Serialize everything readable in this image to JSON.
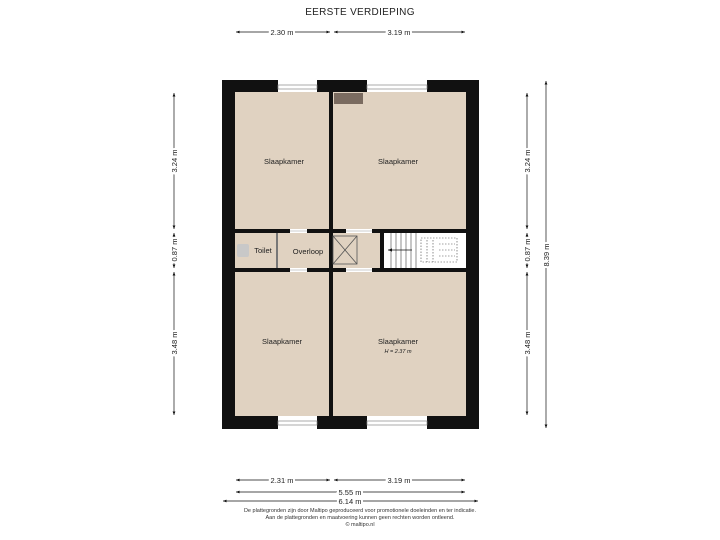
{
  "title": "EERSTE VERDIEPING",
  "rooms": {
    "top_left": "Slaapkamer",
    "top_right": "Slaapkamer",
    "bottom_left": "Slaapkamer",
    "bottom_right": "Slaapkamer",
    "bottom_right_height": "H = 2.37 m",
    "toilet": "Toilet",
    "landing": "Overloop"
  },
  "dimensions": {
    "top_left_width": "2.30 m",
    "top_right_width": "3.19 m",
    "bottom_left_width": "2.31 m",
    "bottom_right_width": "3.19 m",
    "inner_total_width": "5.55 m",
    "outer_total_width": "6.14 m",
    "left_top_height": "3.24 m",
    "left_middle_height": "0.87 m",
    "left_bottom_height": "3.48 m",
    "right_top_height": "3.24 m",
    "right_middle_height": "0.87 m",
    "right_bottom_height": "3.48 m",
    "total_height": "8.39 m"
  },
  "disclaimer": {
    "line1": "De plattegronden zijn door Maltipo geproduceerd voor promotionele doeleinden en ter indicatie.",
    "line2": "Aan de plattegronden en maatvoering kunnen geen rechten worden ontleend.",
    "line3": "© maltipo.nl"
  },
  "colors": {
    "wall": "#111111",
    "floor": "#e0d2c1",
    "dimension_line": "#111111"
  }
}
